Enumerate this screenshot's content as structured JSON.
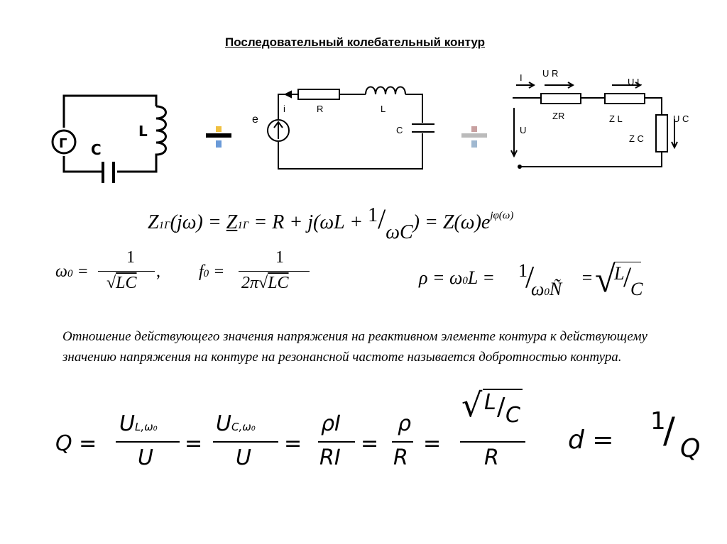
{
  "title": "Последовательный колебательный контур",
  "circuit1": {
    "gen": "Г",
    "c": "C",
    "l": "L"
  },
  "circuit2": {
    "e": "e",
    "i": "i",
    "r": "R",
    "l": "L",
    "c": "C"
  },
  "circuit3": {
    "i": "I",
    "ur": "U R",
    "ul": "U L",
    "uc": "U C",
    "u": "U",
    "zr": "ZR",
    "zl": "Z L",
    "zc": "Z C"
  },
  "formulas": {
    "z_lhs": "Z",
    "z_sub": "1Г",
    "z_arg": "jω",
    "z_rhs_main": "= R + j",
    "z_wl": "ωL +",
    "z_one": "1",
    "z_wc": "ωC",
    "z_end": "= Z",
    "z_w": "ω",
    "z_exp": "jφ(ω)",
    "w0_lhs": "ω",
    "w0_num": "1",
    "w0_den": "LC",
    "comma": ",",
    "f0_lhs": "f",
    "f0_num": "1",
    "f0_den_pre": "2π",
    "f0_den": "LC",
    "rho_lhs": "ρ = ω",
    "rho_mid": "L =",
    "rho_one": "1",
    "rho_den": "ω",
    "rho_c": "Ñ",
    "rho_eq": "=",
    "rho_L": "L",
    "rho_C": "C",
    "zero": "0"
  },
  "paragraph": "Отношение действующего значения напряжения на реактивном элементе контура к действующему значению напряжения на контуре на резонансной частоте называется добротностью контура.",
  "q": {
    "q": "Q =",
    "ul": "U",
    "ul_sub": "L,ω₀",
    "u": "U",
    "eq": "=",
    "uc": "U",
    "uc_sub": "C,ω₀",
    "rhoi": "ρI",
    "ri": "RI",
    "rho": "ρ",
    "r": "R",
    "L": "L",
    "C": "C",
    "R2": "R",
    "d": "d =",
    "one": "1",
    "Q": "Q"
  }
}
